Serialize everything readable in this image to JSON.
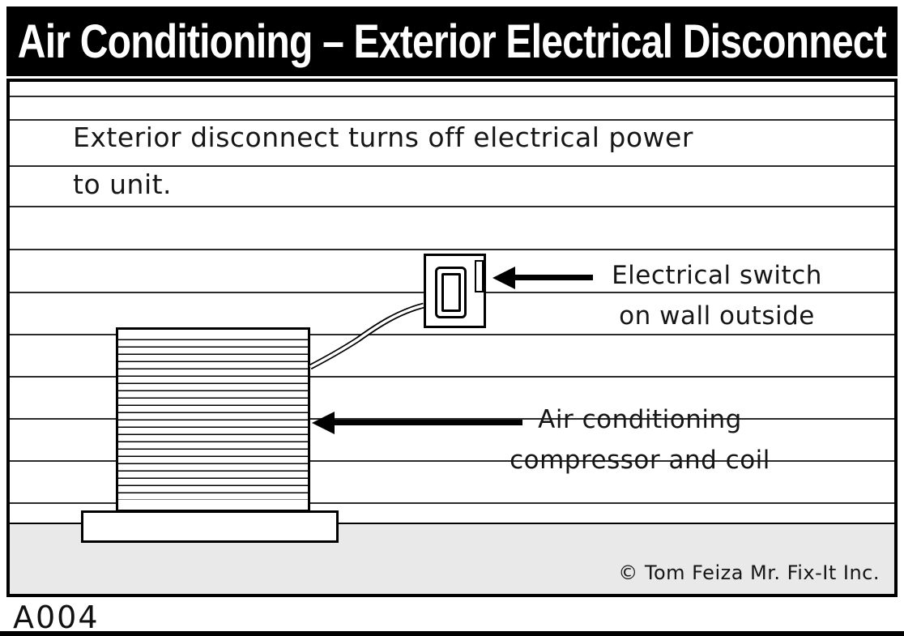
{
  "title": "Air Conditioning – Exterior Electrical Disconnect",
  "caption": {
    "line1": "Exterior disconnect turns off electrical power",
    "line2": "to unit."
  },
  "labels": {
    "switch_line1": "Electrical switch",
    "switch_line2": "on wall outside",
    "compressor_line1": "Air conditioning",
    "compressor_line2": "compressor and coil"
  },
  "copyright": "© Tom Feiza Mr. Fix-It Inc.",
  "figure_id": "A004",
  "colors": {
    "ground": "#e9e9e9",
    "line": "#000000",
    "title_bg": "#000000",
    "title_text": "#ffffff"
  }
}
